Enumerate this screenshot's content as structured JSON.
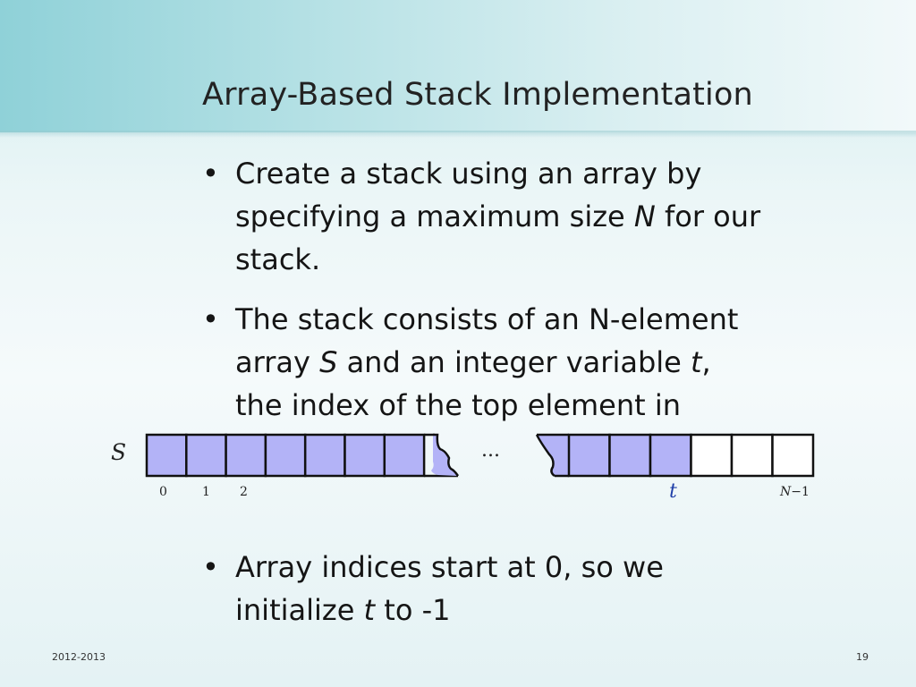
{
  "slide": {
    "title": "Array-Based Stack Implementation",
    "bullet_symbol": "•",
    "bullets": [
      {
        "lines": [
          [
            {
              "t": "Create a stack using an array by"
            }
          ],
          [
            {
              "t": "specifying a maximum size "
            },
            {
              "t": "N",
              "i": true
            },
            {
              "t": " for our"
            }
          ],
          [
            {
              "t": "stack."
            }
          ]
        ]
      },
      {
        "lines": [
          [
            {
              "t": "The stack consists of an N-element"
            }
          ],
          [
            {
              "t": "array "
            },
            {
              "t": "S",
              "i": true
            },
            {
              "t": " and an integer variable "
            },
            {
              "t": "t",
              "i": true
            },
            {
              "t": ","
            }
          ],
          [
            {
              "t": "the index of the top element in"
            }
          ]
        ]
      },
      {
        "lines": [
          [
            {
              "t": "Array indices start at 0, so we"
            }
          ],
          [
            {
              "t": "initialize "
            },
            {
              "t": "t",
              "i": true
            },
            {
              "t": " to -1"
            }
          ]
        ]
      }
    ]
  },
  "diagram": {
    "array_label": "S",
    "ellipsis": "...",
    "index_labels": [
      "0",
      "1",
      "2"
    ],
    "top_label": "t",
    "last_label": "N",
    "last_suffix": "−1",
    "filled_color": "#b3b3f7",
    "empty_color": "#ffffff",
    "top_color": "#1f3fa8"
  },
  "footer": {
    "left": "2012-2013",
    "right": "19"
  }
}
